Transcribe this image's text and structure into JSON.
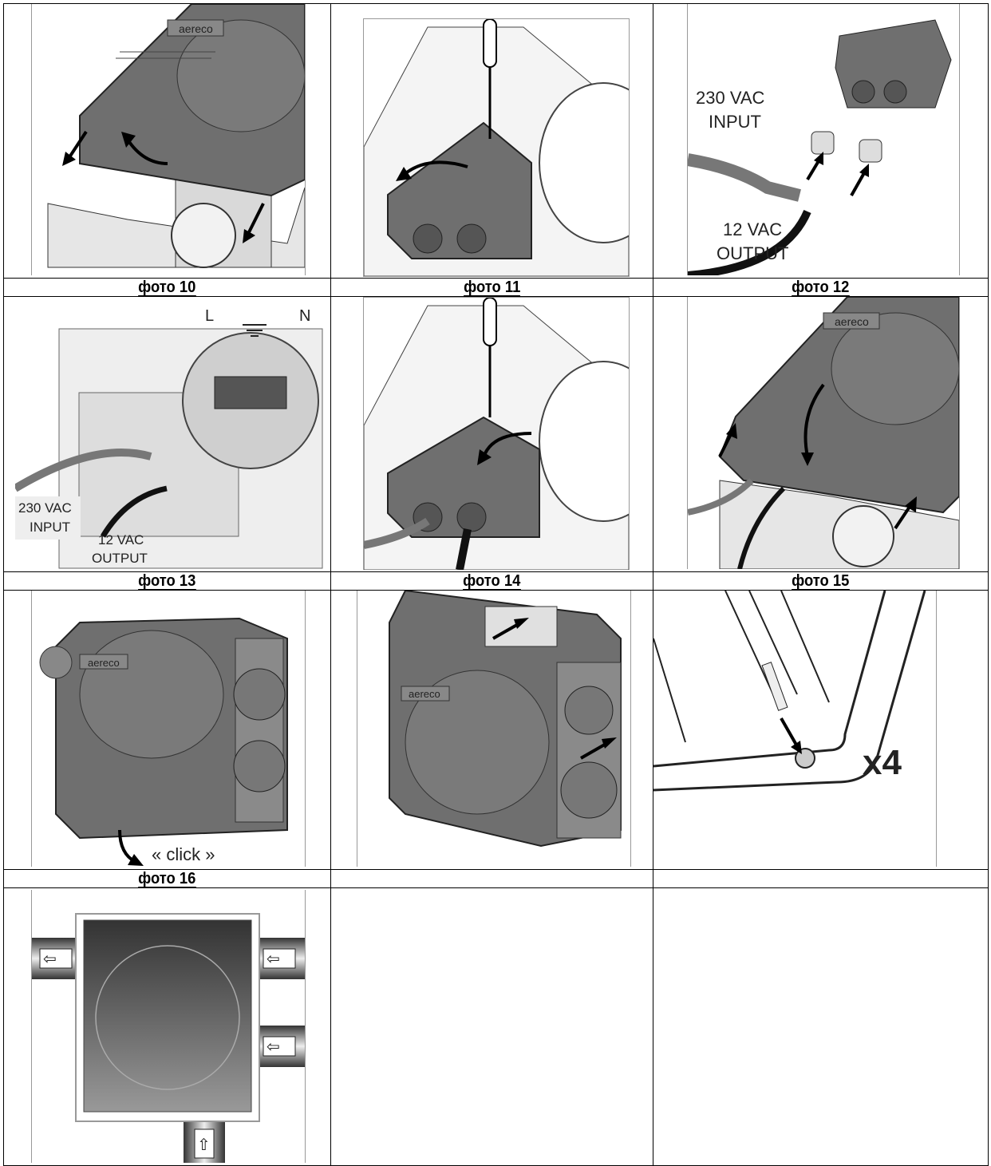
{
  "captions": {
    "p10": "фото 10",
    "p11": "фото 11",
    "p12": "фото 12",
    "p13": "фото 13",
    "p14": "фото 14",
    "p15": "фото 15",
    "p16": "фото 16",
    "p17": "",
    "p18": ""
  },
  "brand": "aereco",
  "figures": {
    "f12": {
      "input_label_1": "230 VAC",
      "input_label_2": "INPUT",
      "output_label_1": "12 VAC",
      "output_label_2": "OUTPUT"
    },
    "f13": {
      "l": "L",
      "n": "N",
      "input_label_1": "230 VAC",
      "input_label_2": "INPUT",
      "output_label_1": "12 VAC",
      "output_label_2": "OUTPUT"
    },
    "f16": {
      "click": "« click »"
    },
    "f18": {
      "count": "x4"
    }
  }
}
